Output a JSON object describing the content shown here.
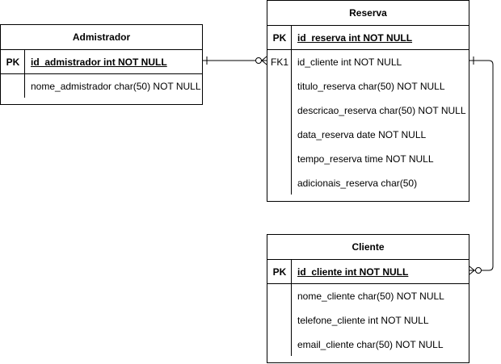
{
  "entities": {
    "administrador": {
      "title": "Admistrador",
      "pk": {
        "key": "PK",
        "field": "id_admistrador int NOT NULL"
      },
      "fields": [
        {
          "key": "",
          "field": "nome_admistrador char(50) NOT NULL"
        }
      ]
    },
    "reserva": {
      "title": "Reserva",
      "pk": {
        "key": "PK",
        "field": "id_reserva int NOT NULL"
      },
      "fields": [
        {
          "key": "FK1",
          "field": "id_cliente int NOT NULL"
        },
        {
          "key": "",
          "field": "titulo_reserva char(50) NOT NULL"
        },
        {
          "key": "",
          "field": "descricao_reserva char(50) NOT NULL"
        },
        {
          "key": "",
          "field": "data_reserva date NOT NULL"
        },
        {
          "key": "",
          "field": "tempo_reserva time NOT NULL"
        },
        {
          "key": "",
          "field": "adicionais_reserva char(50)"
        }
      ]
    },
    "cliente": {
      "title": "Cliente",
      "pk": {
        "key": "PK",
        "field": "id_cliente int NOT NULL"
      },
      "fields": [
        {
          "key": "",
          "field": "nome_cliente char(50) NOT NULL"
        },
        {
          "key": "",
          "field": "telefone_cliente int NOT NULL"
        },
        {
          "key": "",
          "field": "email_cliente char(50) NOT NULL"
        }
      ]
    }
  },
  "relationships": [
    {
      "from": "administrador",
      "to": "reserva",
      "from_end": "one",
      "to_end": "zero-or-many"
    },
    {
      "from": "reserva",
      "to": "cliente",
      "from_end": "one",
      "to_end": "zero-or-many"
    }
  ],
  "colors": {
    "line": "#000000",
    "background": "#ffffff"
  }
}
